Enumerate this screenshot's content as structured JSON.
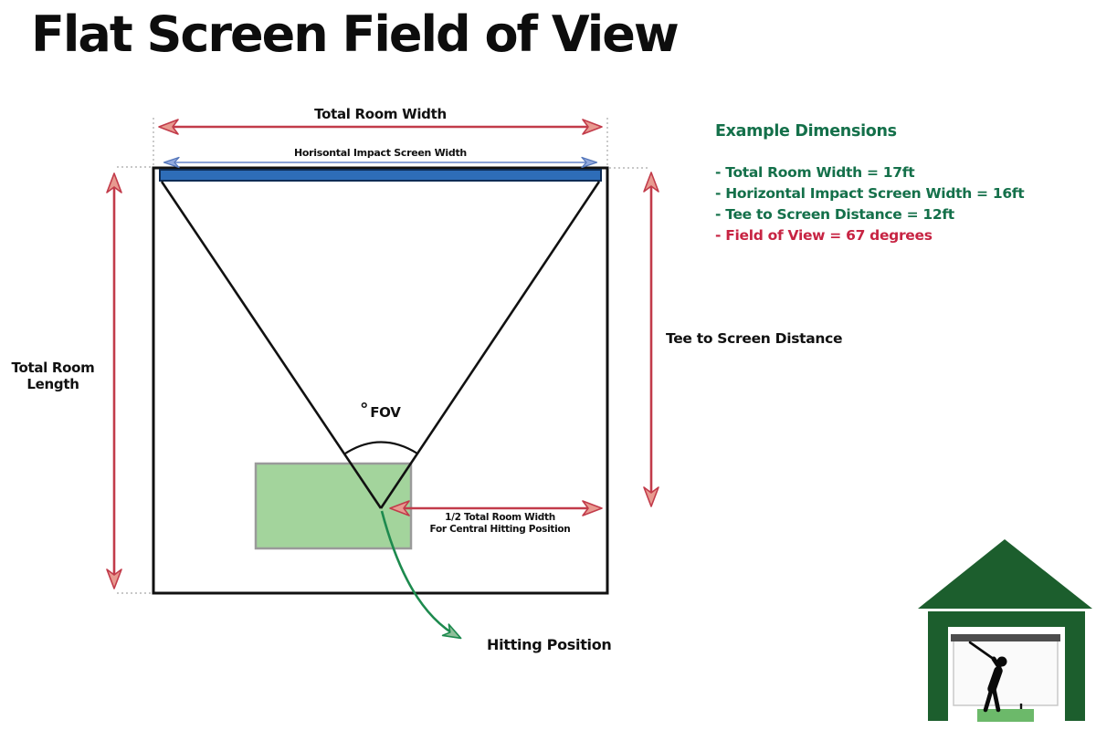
{
  "title": "Flat Screen Field of View",
  "diagram": {
    "labels": {
      "total_room_width": "Total Room Width",
      "screen_width": "Horisontal Impact Screen Width",
      "total_room_length": "Total Room Length",
      "tee_to_screen": "Tee to Screen Distance",
      "fov_degree_symbol": "°",
      "fov": "FOV",
      "half_width_line1": "1/2 Total Room Width",
      "half_width_line2": "For Central Hitting Position",
      "hitting_position": "Hitting Position"
    },
    "colors": {
      "arrow_red_stroke": "#c23b4a",
      "arrow_red_fill": "#e89a90",
      "arrow_blue_stroke": "#8aa2d8",
      "arrow_blue_fill": "#93aade",
      "screen_blue_fill": "#2e6db8",
      "screen_blue_border": "#0e2c55",
      "mat_green_fill": "#a3d49c",
      "mat_border": "#9a9a9a",
      "curve_green": "#1d8a4e",
      "room_border": "#111111",
      "house_green": "#1c5e2d",
      "house_mat_green": "#6cb96a",
      "text_green": "#14704a",
      "text_red": "#c72443"
    }
  },
  "example": {
    "heading": "Example Dimensions",
    "items": [
      {
        "text": "- Total Room Width = 17ft",
        "color": "green"
      },
      {
        "text": "- Horizontal Impact Screen Width = 16ft",
        "color": "green"
      },
      {
        "text": "- Tee to Screen Distance = 12ft",
        "color": "green"
      },
      {
        "text": "- Field of View = 67 degrees",
        "color": "red"
      }
    ]
  },
  "logo": {
    "name": "golf-simulator-house"
  }
}
